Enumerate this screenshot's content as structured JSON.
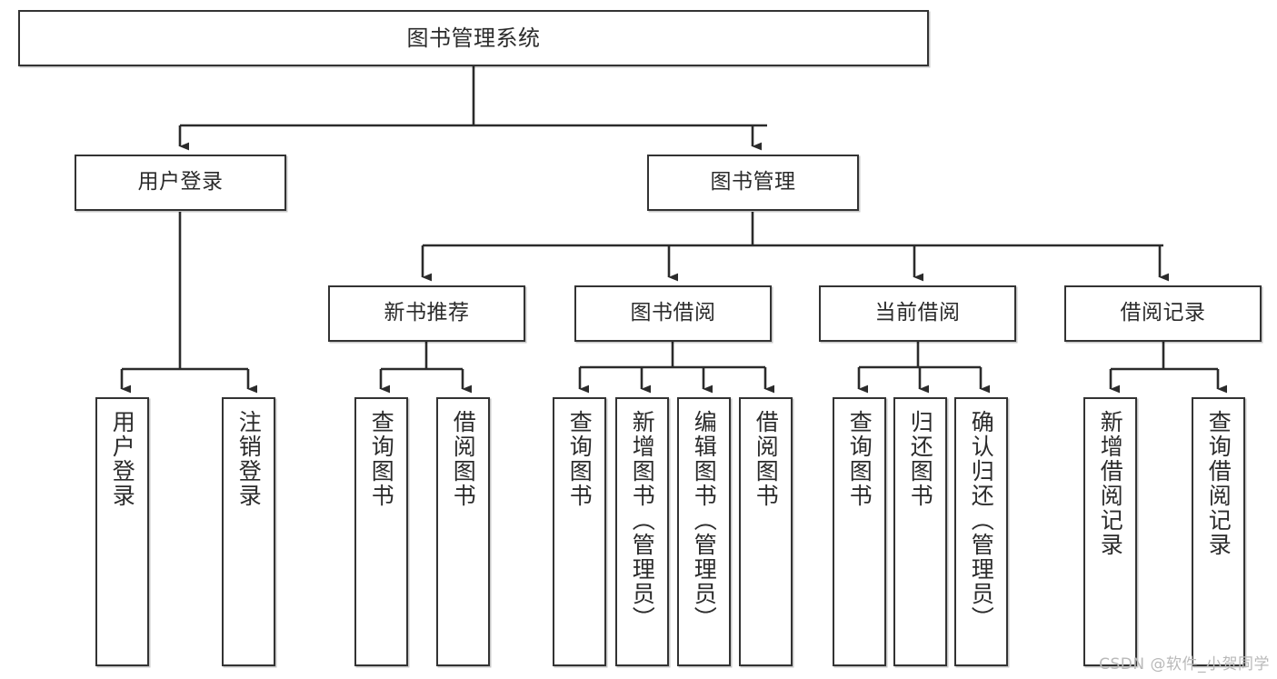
{
  "diagram": {
    "title": "图书管理系统",
    "type": "tree-hierarchy-chart",
    "watermark": "CSDN @软件_小贺同学",
    "colors": {
      "box_border": "#333333",
      "box_fill": "#ffffff",
      "edge": "#2b2b2b",
      "text": "#2b2b2b",
      "watermark": "#b9b9b9",
      "background": "#ffffff"
    },
    "nodes": {
      "root": {
        "label": "图书管理系统"
      },
      "level1": [
        {
          "label": "用户登录"
        },
        {
          "label": "图书管理"
        }
      ],
      "level2": [
        {
          "label": "新书推荐"
        },
        {
          "label": "图书借阅"
        },
        {
          "label": "当前借阅"
        },
        {
          "label": "借阅记录"
        }
      ],
      "leaves": {
        "user_login": [
          {
            "label": "用户登录"
          },
          {
            "label": "注销登录"
          }
        ],
        "new_book_recommend": [
          {
            "label": "查询图书"
          },
          {
            "label": "借阅图书"
          }
        ],
        "book_borrow": [
          {
            "label": "查询图书"
          },
          {
            "label": "新增图书（管理员）"
          },
          {
            "label": "编辑图书（管理员）"
          },
          {
            "label": "借阅图书"
          }
        ],
        "current_borrow": [
          {
            "label": "查询图书"
          },
          {
            "label": "归还图书"
          },
          {
            "label": "确认归还（管理员）"
          }
        ],
        "borrow_record": [
          {
            "label": "新增借阅记录"
          },
          {
            "label": "查询借阅记录"
          }
        ]
      }
    }
  }
}
